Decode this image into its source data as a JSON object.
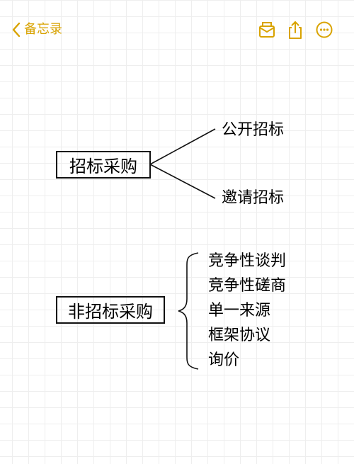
{
  "nav": {
    "back_label": "备忘录",
    "accent_color": "#d9a300",
    "icons": [
      "chevron-left-icon",
      "checklist-icon",
      "share-icon",
      "more-icon"
    ]
  },
  "diagram": {
    "group1": {
      "root": "招标采购",
      "children": [
        "公开招标",
        "邀请招标"
      ]
    },
    "group2": {
      "root": "非招标采购",
      "children": [
        "竞争性谈判",
        "竞争性磋商",
        "单一来源",
        "框架协议",
        "询价"
      ]
    }
  }
}
